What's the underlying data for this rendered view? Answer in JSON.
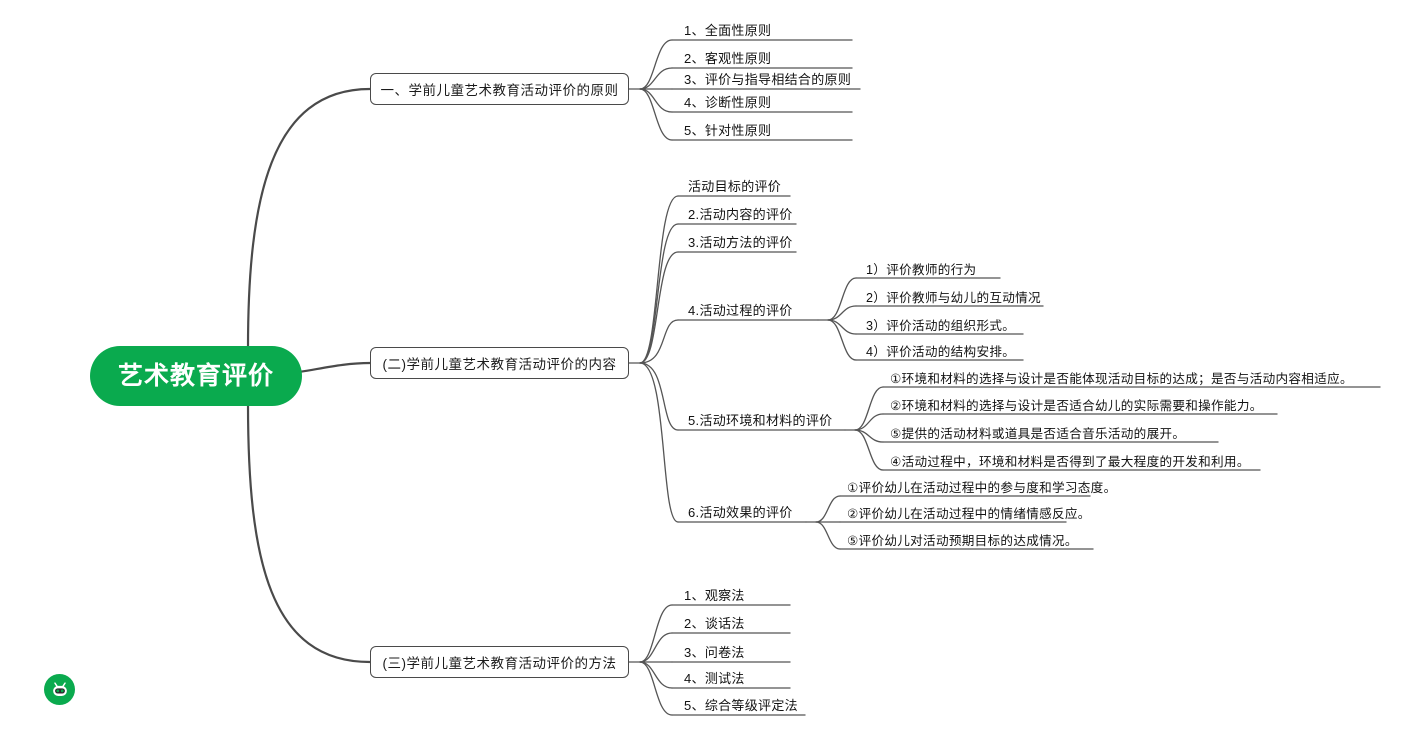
{
  "root": {
    "label": "艺术教育评价",
    "color": "#0aaa4e",
    "text_color": "#ffffff"
  },
  "branch_color": "#4a4a4a",
  "branches": [
    {
      "label": "一、学前儿童艺术教育活动评价的原则",
      "children": [
        {
          "label": "1、全面性原则"
        },
        {
          "label": "2、客观性原则"
        },
        {
          "label": "3、评价与指导相结合的原则"
        },
        {
          "label": "4、诊断性原则"
        },
        {
          "label": "5、针对性原则"
        }
      ]
    },
    {
      "label": "(二)学前儿童艺术教育活动评价的内容",
      "children": [
        {
          "label": "活动目标的评价"
        },
        {
          "label": "2.活动内容的评价"
        },
        {
          "label": "3.活动方法的评价"
        },
        {
          "label": "4.活动过程的评价",
          "children": [
            {
              "label": "1）评价教师的行为"
            },
            {
              "label": "2）评价教师与幼儿的互动情况"
            },
            {
              "label": "3）评价活动的组织形式。"
            },
            {
              "label": "4）评价活动的结构安排。"
            }
          ]
        },
        {
          "label": "5.活动环境和材料的评价",
          "children": [
            {
              "label": "①环境和材料的选择与设计是否能体现活动目标的达成；是否与活动内容相适应。"
            },
            {
              "label": "②环境和材料的选择与设计是否适合幼儿的实际需要和操作能力。"
            },
            {
              "label": "⑤提供的活动材料或道具是否适合音乐活动的展开。"
            },
            {
              "label": "④活动过程中，环境和材料是否得到了最大程度的开发和利用。"
            }
          ]
        },
        {
          "label": "6.活动效果的评价",
          "children": [
            {
              "label": "①评价幼儿在活动过程中的参与度和学习态度。"
            },
            {
              "label": "②评价幼儿在活动过程中的情绪情感反应。"
            },
            {
              "label": "⑤评价幼儿对活动预期目标的达成情况。"
            }
          ]
        }
      ]
    },
    {
      "label": "(三)学前儿童艺术教育活动评价的方法",
      "children": [
        {
          "label": "1、观察法"
        },
        {
          "label": "2、谈话法"
        },
        {
          "label": "3、问卷法"
        },
        {
          "label": "4、测试法"
        },
        {
          "label": "5、综合等级评定法"
        }
      ]
    }
  ],
  "footer": {
    "bot_icon": "robot-icon"
  }
}
